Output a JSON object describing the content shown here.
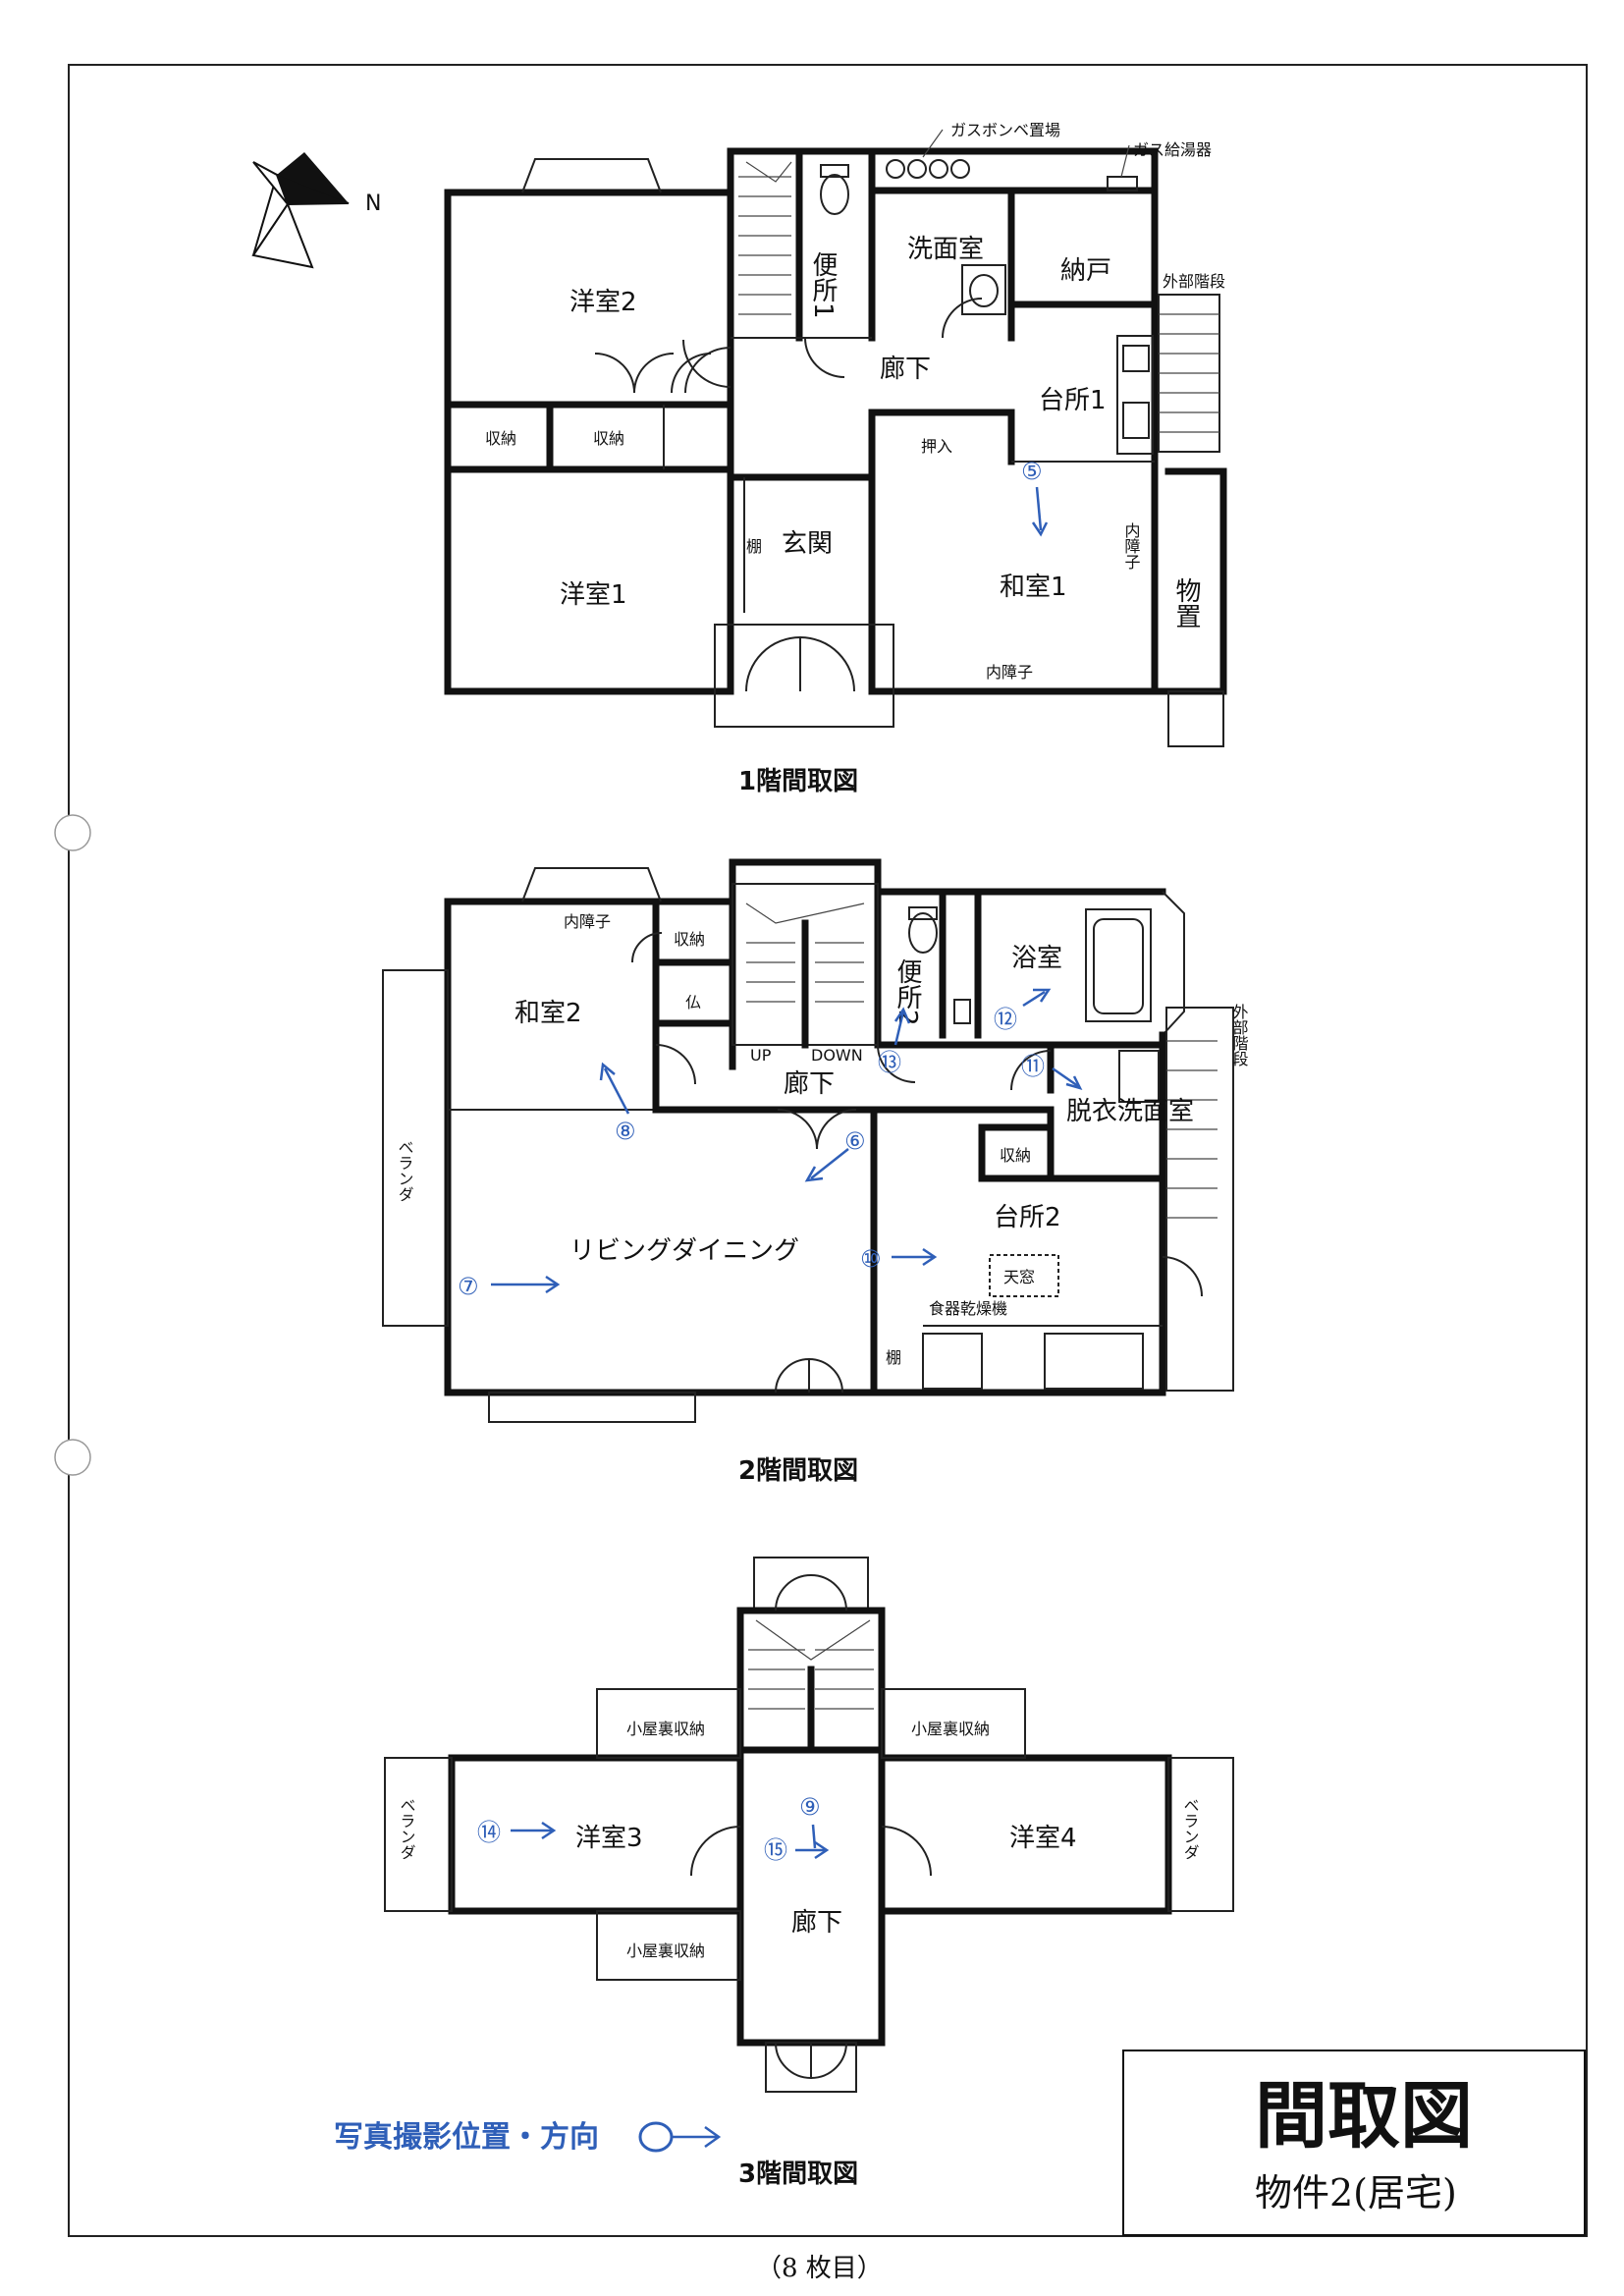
{
  "floor1": {
    "caption": "1階間取図",
    "rooms": {
      "youshitsu2": "洋室2",
      "shuno_a": "収納",
      "shuno_b": "収納",
      "youshitsu1": "洋室1",
      "benjo1": "便所1",
      "senmen": "洗面室",
      "nando": "納戸",
      "rouka": "廊下",
      "daidokoro1": "台所1",
      "oshiire": "押入",
      "genkan": "玄関",
      "tana": "棚",
      "washitsu1": "和室1",
      "uchishoji_a": "内障子",
      "uchishoji_b": "内障子",
      "monooki": "物置"
    },
    "labels": {
      "gas_cylinder": "ガスボンベ置場",
      "gas_heater": "ガス給湯器",
      "outer_stairs": "外部階段"
    },
    "markers": [
      "⑤"
    ]
  },
  "floor2": {
    "caption": "2階間取図",
    "rooms": {
      "uchishoji": "内障子",
      "shuno": "収納",
      "butsu": "仏",
      "washitsu2": "和室2",
      "benjo2": "便所2",
      "yokushitsu": "浴室",
      "up": "UP",
      "down": "DOWN",
      "rouka": "廊下",
      "datsui": "脱衣洗面室",
      "shuno2": "収納",
      "veranda": "ベランダ",
      "living": "リビングダイニング",
      "daidokoro2": "台所2",
      "tenmado": "天窓",
      "dryer": "食器乾燥機",
      "tana": "棚",
      "outer_stairs": "外部階段"
    },
    "markers": [
      "⑥",
      "⑦",
      "⑧",
      "⑩",
      "⑪",
      "⑫",
      "⑬"
    ]
  },
  "floor3": {
    "caption": "3階間取図",
    "rooms": {
      "koyaura_a": "小屋裏収納",
      "koyaura_b": "小屋裏収納",
      "koyaura_c": "小屋裏収納",
      "veranda_l": "ベランダ",
      "veranda_r": "ベランダ",
      "youshitsu3": "洋室3",
      "youshitsu4": "洋室4",
      "rouka": "廊下"
    },
    "markers": [
      "⑨",
      "⑭",
      "⑮"
    ]
  },
  "legend": {
    "text": "写真撮影位置・方向"
  },
  "titlebox": {
    "title": "間取図",
    "subtitle": "物件2(居宅)"
  },
  "footer": {
    "page": "（8 枚目）"
  },
  "compass": {
    "label": "N"
  },
  "colors": {
    "marker_blue": "#2f5fb8",
    "wall": "#111111"
  }
}
